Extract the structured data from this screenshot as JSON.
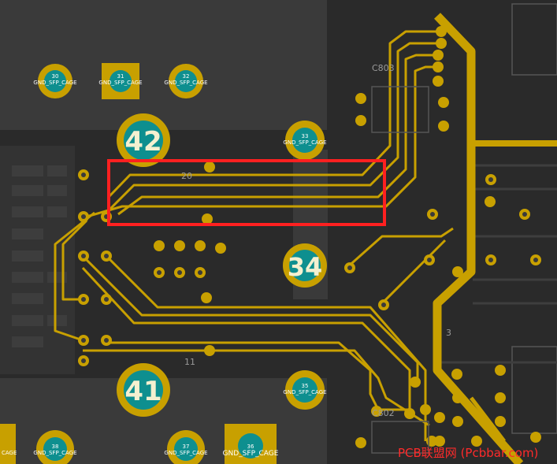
{
  "colors": {
    "board": "#2a2a2a",
    "copper_fill": "#3a3a3a",
    "trace": "#c8a000",
    "pad_teal": "#0e8f8f",
    "highlight_box": "#ff2020",
    "watermark": "#ff2a2a"
  },
  "pads": {
    "p30": {
      "num": "30",
      "net": "GND_SFP_CAGE"
    },
    "p31": {
      "num": "31",
      "net": "GND_SFP_CAGE"
    },
    "p32": {
      "num": "32",
      "net": "GND_SFP_CAGE"
    },
    "p33": {
      "num": "33",
      "net": "GND_SFP_CAGE"
    },
    "p35": {
      "num": "35",
      "net": "GND_SFP_CAGE"
    },
    "p36": {
      "num": "36",
      "net": "GND_SFP_CAGE"
    },
    "p37": {
      "num": "37",
      "net": "GND_SFP_CAGE"
    },
    "p38": {
      "num": "38",
      "net": "GND_SFP_CAGE"
    },
    "p42": {
      "num": "42"
    },
    "p41": {
      "num": "41"
    },
    "p34": {
      "num": "34"
    },
    "left_edge": {
      "net": "CAGE"
    }
  },
  "silkscreen": {
    "pin20": "20",
    "pin11": "11",
    "pin3": "3",
    "c803": "C803",
    "c802": "C802"
  },
  "watermark": "PCB联盟网 (Pcbbar.com)"
}
